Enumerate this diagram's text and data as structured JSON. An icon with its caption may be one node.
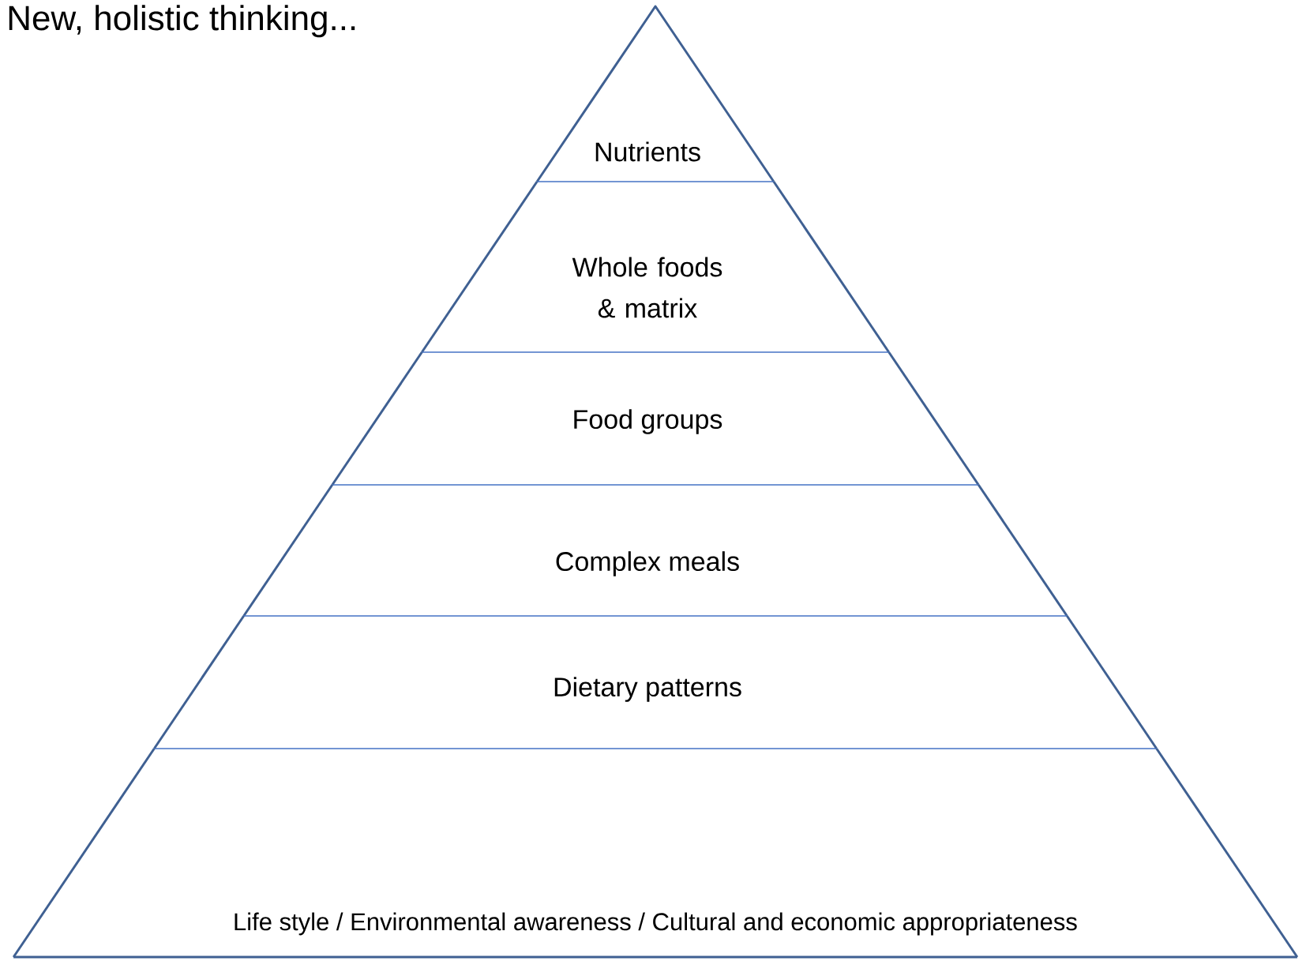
{
  "diagram": {
    "title": "New, holistic thinking...",
    "nodes": [
      {
        "text": [
          "Nutrients"
        ]
      },
      {
        "text": [
          "Whole foods & matrix"
        ]
      },
      {
        "text": [
          "Food groups"
        ]
      },
      {
        "text": [
          "Complex meals"
        ]
      },
      {
        "text": [
          "Dietary patterns"
        ]
      },
      {
        "text": [
          "Life style / Environmental awareness / Cultural and economic appropriateness"
        ]
      }
    ]
  }
}
